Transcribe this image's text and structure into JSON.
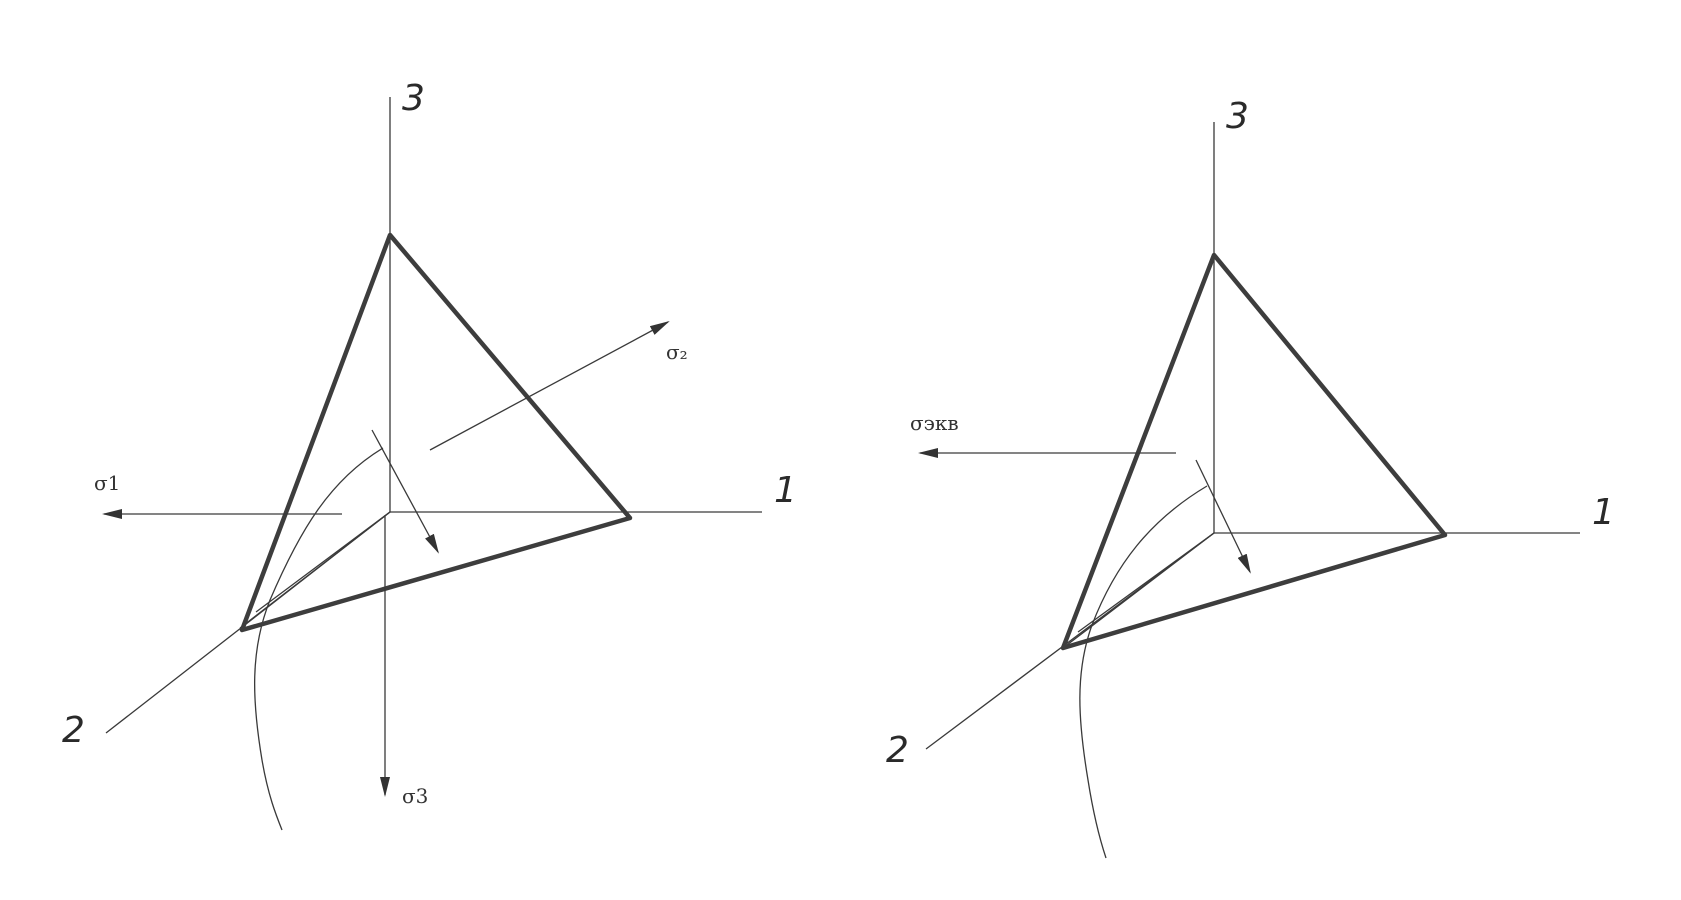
{
  "left_figure": {
    "axis_labels": {
      "axis_1": "1",
      "axis_2": "2",
      "axis_3": "3"
    },
    "sigma_1": "σ1",
    "sigma_2": "σ₂",
    "sigma_3": "σ3"
  },
  "right_figure": {
    "axis_labels": {
      "axis_1": "1",
      "axis_2": "2",
      "axis_3": "3"
    },
    "sigma_eq": "σэкв"
  }
}
